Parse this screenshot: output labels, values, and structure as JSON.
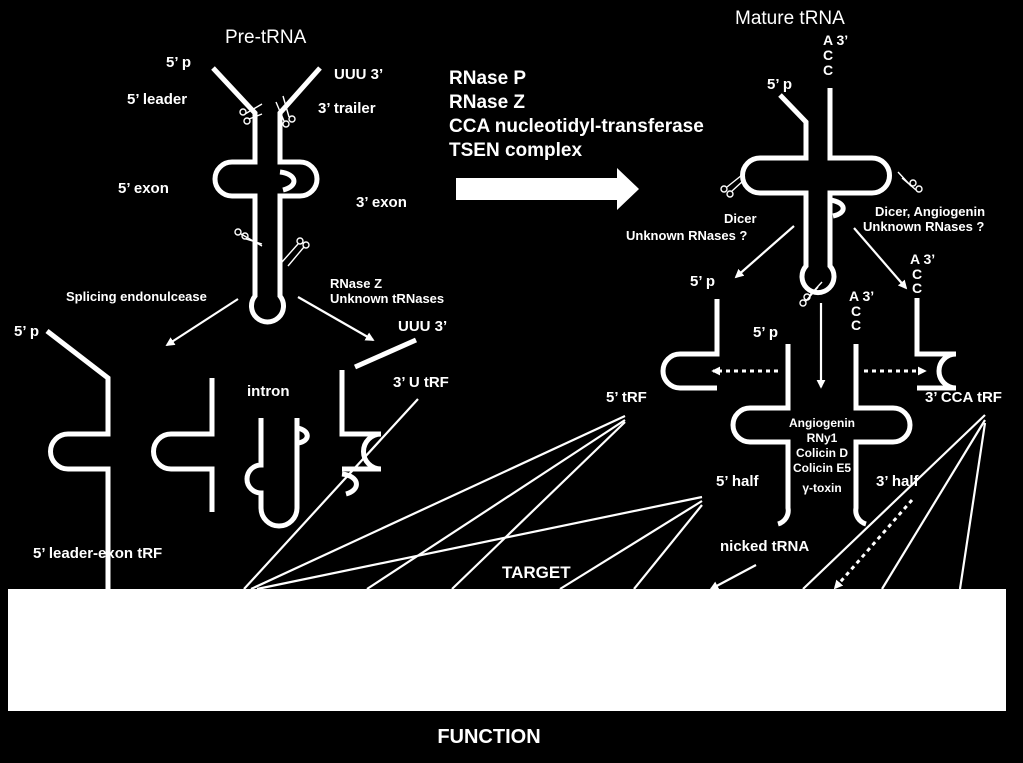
{
  "pre": {
    "title": "Pre-tRNA",
    "p5": "5’ p",
    "uuu3": "UUU 3’",
    "leader5": "5’ leader",
    "trailer3": "3’ trailer",
    "exon5": "5’ exon",
    "exon3": "3’ exon",
    "splicing": "Splicing endonulcease",
    "rnasez1": "RNase Z",
    "rnasez2": "Unknown tRNases",
    "p5b": "5’ p",
    "uuu3b": "UUU 3’",
    "intron": "intron",
    "utrf": "3’ U tRF",
    "leaderexon": "5’ leader-exon tRF"
  },
  "enzymes": [
    "RNase P",
    "RNase Z",
    "CCA nucleotidyl-transferase",
    "TSEN complex"
  ],
  "mature": {
    "title": "Mature tRNA",
    "a3": "A 3’",
    "c1": "C",
    "c2": "C",
    "p5": "5’ p",
    "dicer1": "Dicer",
    "dicer2": "Unknown RNases ?",
    "dicerang1": "Dicer, Angiogenin",
    "dicerang2": "Unknown RNases ?",
    "p5b": "5’ p",
    "a3b": "A 3’",
    "cb1": "C",
    "cb2": "C",
    "p5c": "5’ p",
    "a3c": "A 3’",
    "cc1": "C",
    "cc2": "C",
    "trf5": "5’ tRF",
    "ccatrf": "3’ CCA tRF",
    "cleavers": [
      "Angiogenin",
      "RNy1",
      "Colicin D",
      "Colicin E5",
      "γ-toxin"
    ],
    "half5": "5’ half",
    "half3": "3’ half",
    "nicked": "nicked tRNA"
  },
  "target": "TARGET",
  "function": "FUNCTION",
  "colors": {
    "background": "#000000",
    "foreground": "#ffffff"
  }
}
